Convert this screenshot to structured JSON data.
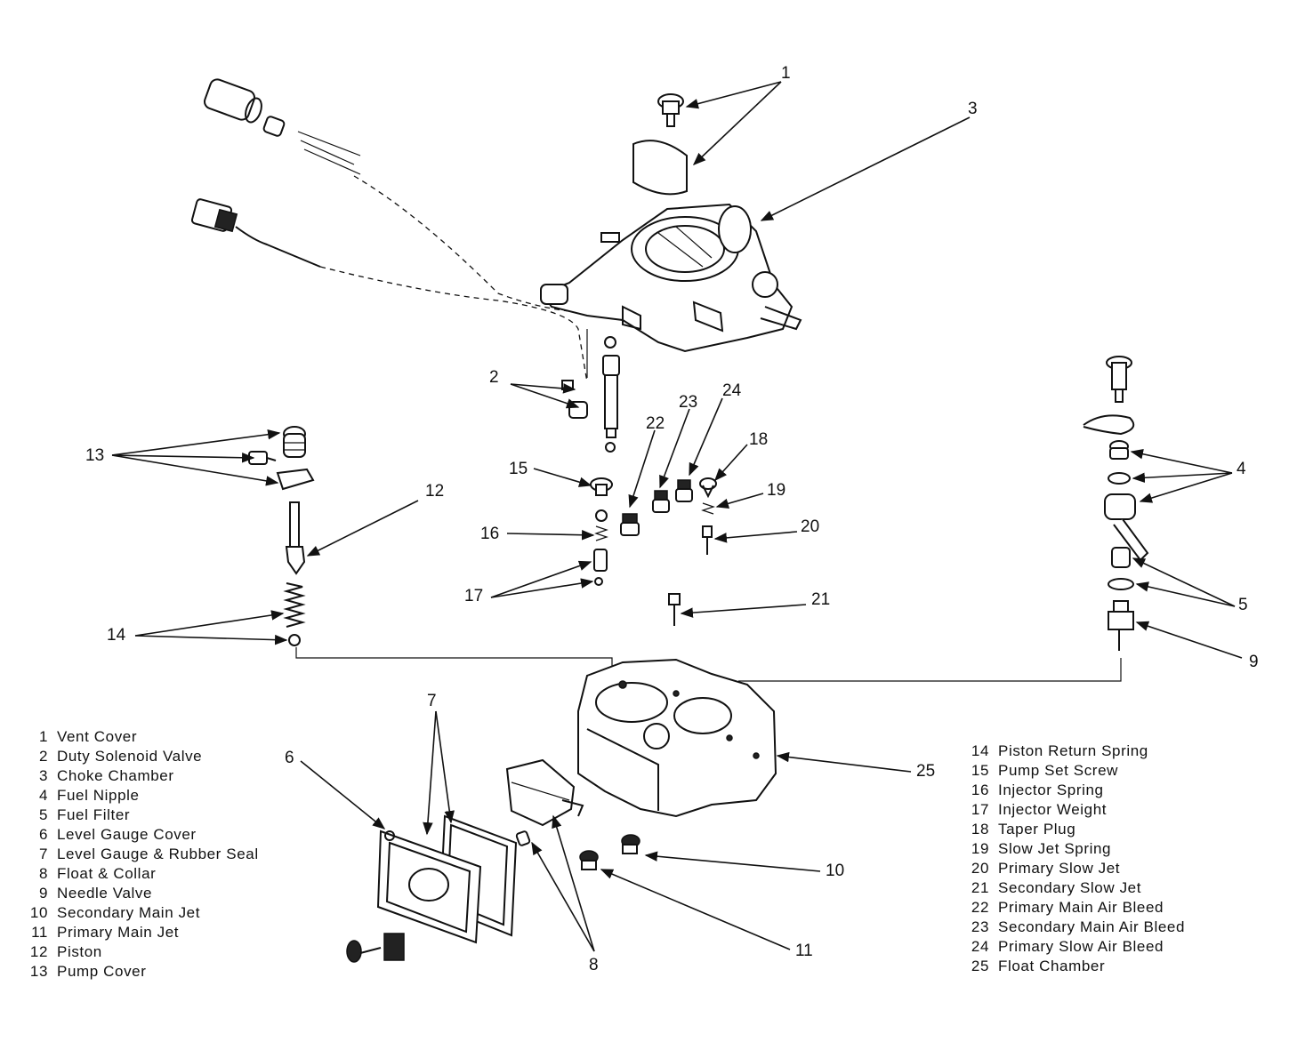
{
  "legend_left": [
    {
      "num": "1",
      "label": "Vent Cover"
    },
    {
      "num": "2",
      "label": "Duty Solenoid Valve"
    },
    {
      "num": "3",
      "label": "Choke Chamber"
    },
    {
      "num": "4",
      "label": "Fuel Nipple"
    },
    {
      "num": "5",
      "label": "Fuel Filter"
    },
    {
      "num": "6",
      "label": "Level Gauge Cover"
    },
    {
      "num": "7",
      "label": "Level Gauge & Rubber Seal"
    },
    {
      "num": "8",
      "label": "Float & Collar"
    },
    {
      "num": "9",
      "label": "Needle Valve"
    },
    {
      "num": "10",
      "label": "Secondary Main Jet"
    },
    {
      "num": "11",
      "label": "Primary Main Jet"
    },
    {
      "num": "12",
      "label": "Piston"
    },
    {
      "num": "13",
      "label": "Pump Cover"
    }
  ],
  "legend_right": [
    {
      "num": "14",
      "label": "Piston Return Spring"
    },
    {
      "num": "15",
      "label": "Pump Set Screw"
    },
    {
      "num": "16",
      "label": "Injector Spring"
    },
    {
      "num": "17",
      "label": "Injector Weight"
    },
    {
      "num": "18",
      "label": "Taper Plug"
    },
    {
      "num": "19",
      "label": "Slow Jet Spring"
    },
    {
      "num": "20",
      "label": "Primary Slow Jet"
    },
    {
      "num": "21",
      "label": "Secondary Slow Jet"
    },
    {
      "num": "22",
      "label": "Primary Main Air Bleed"
    },
    {
      "num": "23",
      "label": "Secondary Main Air Bleed"
    },
    {
      "num": "24",
      "label": "Primary Slow Air Bleed"
    },
    {
      "num": "25",
      "label": "Float Chamber"
    }
  ],
  "callouts": {
    "c1": "1",
    "c2": "2",
    "c3": "3",
    "c4": "4",
    "c5": "5",
    "c6": "6",
    "c7": "7",
    "c8": "8",
    "c9": "9",
    "c10": "10",
    "c11": "11",
    "c12": "12",
    "c13": "13",
    "c14": "14",
    "c15": "15",
    "c16": "16",
    "c17": "17",
    "c18": "18",
    "c19": "19",
    "c20": "20",
    "c21": "21",
    "c22": "22",
    "c23": "23",
    "c24": "24",
    "c25": "25"
  }
}
